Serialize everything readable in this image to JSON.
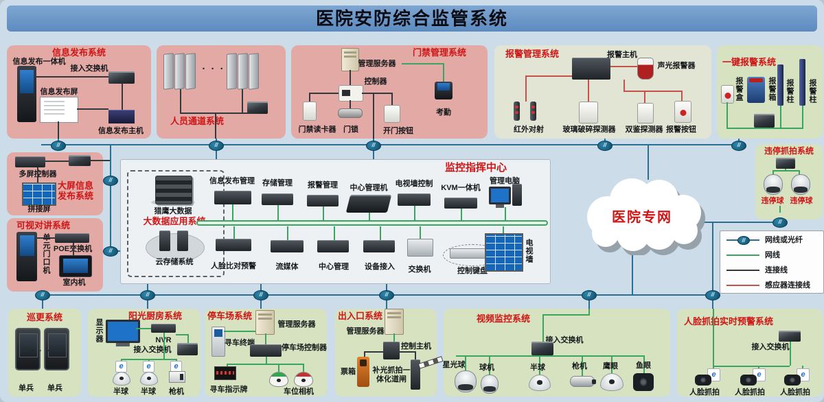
{
  "header": {
    "title": "医院安防综合监管系统"
  },
  "cloud": {
    "label": "医院专网"
  },
  "misc": {
    "dots": "· · ·",
    "e_logo": "e"
  },
  "legend": {
    "items": [
      "网线或光纤",
      "网线",
      "连接线",
      "感应器连接线"
    ]
  },
  "colors": {
    "accent_red": "#cf1515",
    "bus_blue": "#2a6f93",
    "net_green": "#3aa55f",
    "sensor_red": "#c5524a",
    "line_black": "#33383c",
    "pink_box": "#e3aaa5",
    "green_box": "#d6e2c0"
  },
  "systems": {
    "info_pub": {
      "title": "信息发布系统",
      "kiosk": "信息发布一体机",
      "switch": "接入交换机",
      "screen": "信息发布屏",
      "host": "信息发布主机"
    },
    "channel": {
      "title": "人员通道系统"
    },
    "access": {
      "title": "门禁管理系统",
      "server": "管理服务器",
      "controller": "控制器",
      "reader": "门禁读卡器",
      "lock": "门锁",
      "button": "开门按钮",
      "attendance": "考勤"
    },
    "alarm": {
      "title": "报警管理系统",
      "host": "报警主机",
      "siren": "声光报警器",
      "infrared": "红外对射",
      "glass": "玻璃破碎探测器",
      "dual": "双鉴探测器",
      "button": "报警按钮"
    },
    "onekey": {
      "title": "一键报警系统",
      "box": "报警盒",
      "cabinet": "报警箱",
      "pillar1": "报警柱",
      "pillar2": "报警柱"
    },
    "bigscreen": {
      "t1": "大屏信息",
      "t2": "发布系统",
      "controller": "多屏控制器",
      "screen": "拼接屏"
    },
    "intercom": {
      "title": "可视对讲系统",
      "door": "单元门口机",
      "poe": "POE交换机",
      "indoor": "室内机"
    },
    "command": {
      "title": "监控指挥中心",
      "bigdata": {
        "title": "大数据应用系统",
        "stack": "猎鹰大数据",
        "cloud": "云存储系统"
      },
      "top": [
        "信息发布管理",
        "存储管理",
        "报警管理",
        "中心管理机",
        "电视墙控制",
        "KVM一体机",
        "管理电脑"
      ],
      "bottom": [
        "人脸比对预警",
        "流媒体",
        "中心管理",
        "设备接入",
        "交换机",
        "控制键盘",
        "电视墙"
      ]
    },
    "illegal": {
      "title": "违停抓拍系统",
      "cam": "违停球"
    },
    "patrol": {
      "title": "巡更系统",
      "dev": "单兵"
    },
    "kitchen": {
      "title": "阳光厨房系统",
      "display": "显示器",
      "nvr": "NVR",
      "switch": "接入交换机",
      "cam1": "半球",
      "cam2": "半球",
      "cam3": "枪机"
    },
    "parking": {
      "title": "停车场系统",
      "server": "管理服务器",
      "terminal": "寻车终端",
      "controller": "停车场控制器",
      "sign": "寻车指示牌",
      "cam": "车位相机"
    },
    "gate": {
      "title": "出入口系统",
      "server": "管理服务器",
      "host": "控制主机",
      "ticket": "票箱",
      "b1": "补光抓拍一",
      "b2": "体化道闸"
    },
    "cctv": {
      "title": "视频监控系统",
      "switch": "接入交换机",
      "cams": [
        "星光球",
        "球机",
        "半球",
        "枪机",
        "鹰眼",
        "鱼眼"
      ]
    },
    "face": {
      "title": "人脸抓拍实时预警系统",
      "switch": "接入交换机",
      "cam": "人脸抓拍"
    }
  }
}
